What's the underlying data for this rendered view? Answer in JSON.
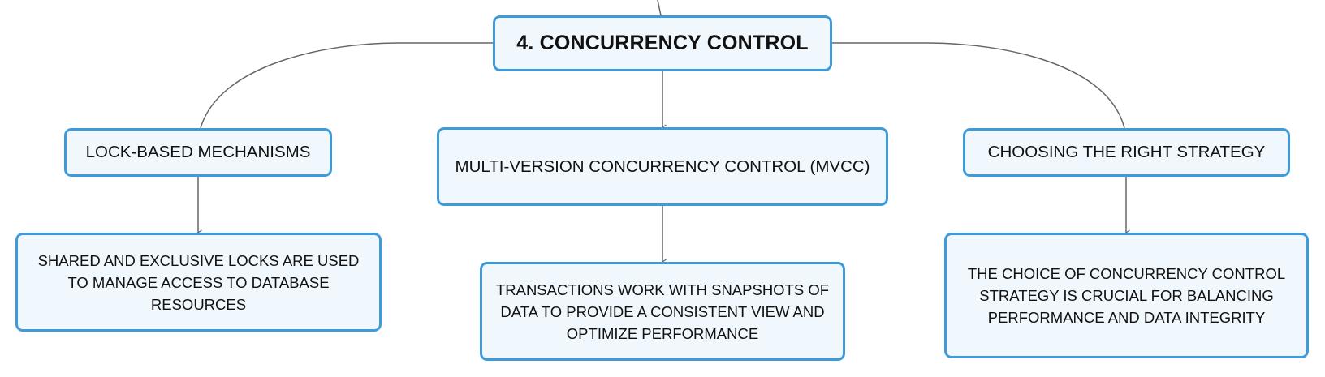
{
  "diagram": {
    "root": {
      "label": "4. CONCURRENCY CONTROL"
    },
    "branches": [
      {
        "label": "LOCK-BASED MECHANISMS",
        "detail": "SHARED AND EXCLUSIVE LOCKS ARE USED TO MANAGE ACCESS TO DATABASE RESOURCES"
      },
      {
        "label": "MULTI-VERSION CONCURRENCY CONTROL (MVCC)",
        "detail": "TRANSACTIONS WORK WITH SNAPSHOTS OF DATA TO PROVIDE A CONSISTENT VIEW AND OPTIMIZE PERFORMANCE"
      },
      {
        "label": "CHOOSING THE RIGHT STRATEGY",
        "detail": "THE CHOICE OF CONCURRENCY CONTROL STRATEGY IS CRUCIAL FOR BALANCING PERFORMANCE AND DATA INTEGRITY"
      }
    ],
    "colors": {
      "node_border": "#3d9bdc",
      "node_fill": "#f0f8fd",
      "connector": "#666666",
      "text": "#111111"
    }
  }
}
